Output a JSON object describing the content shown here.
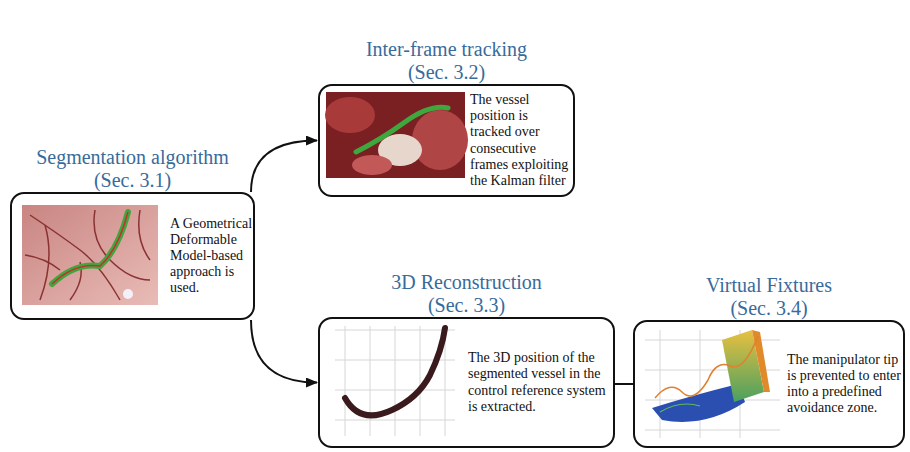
{
  "diagram": {
    "nodes": [
      {
        "text": [
          "Segmentation algorithm (Sec. 3.1)",
          "A Geometrical Deformable Model-based approach is used."
        ]
      },
      {
        "text": [
          "Inter-frame tracking (Sec. 3.2)",
          "The vessel position is tracked over consecutive frames exploiting the Kalman filter"
        ]
      },
      {
        "text": [
          "3D Reconstruction (Sec. 3.3)",
          "The 3D position of the segmented vessel in the control reference system is extracted."
        ]
      },
      {
        "text": [
          "Virtual Fixtures (Sec. 3.4)",
          "The manipulator tip is prevented to enter into a predefined avoidance zone."
        ]
      }
    ],
    "edges": [
      {
        "from": 0,
        "to": 1,
        "arrow": "to"
      },
      {
        "from": 0,
        "to": 2,
        "arrow": "to"
      },
      {
        "from": 2,
        "to": 3,
        "arrow": "none"
      }
    ]
  }
}
